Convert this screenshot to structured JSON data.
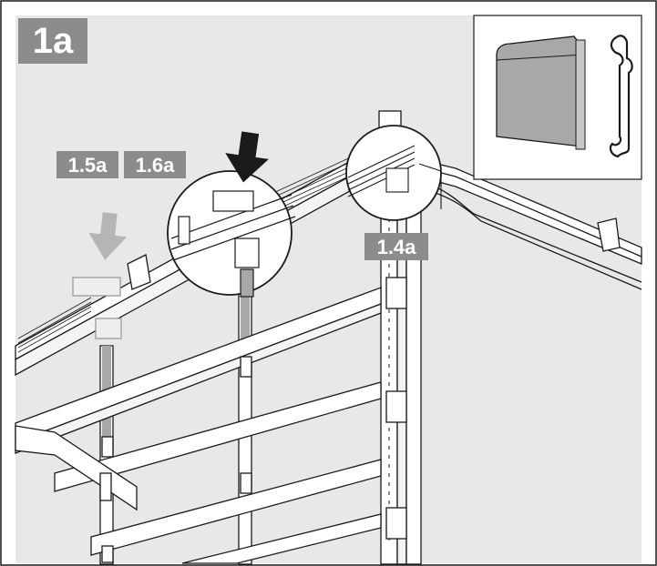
{
  "figure": {
    "main_label": "1a",
    "callouts": {
      "c15": "1.5a",
      "c16": "1.6a",
      "c14": "1.4a"
    },
    "colors": {
      "background": "#e8e8e8",
      "label_fill": "#8c8c8c",
      "line": "#1a1a1a",
      "panel_gray": "#a8a8a8",
      "white": "#ffffff"
    },
    "icons": [
      "arrow-down-icon",
      "faded-arrow-down-icon",
      "door-panel-icon",
      "panel-profile-icon"
    ]
  }
}
